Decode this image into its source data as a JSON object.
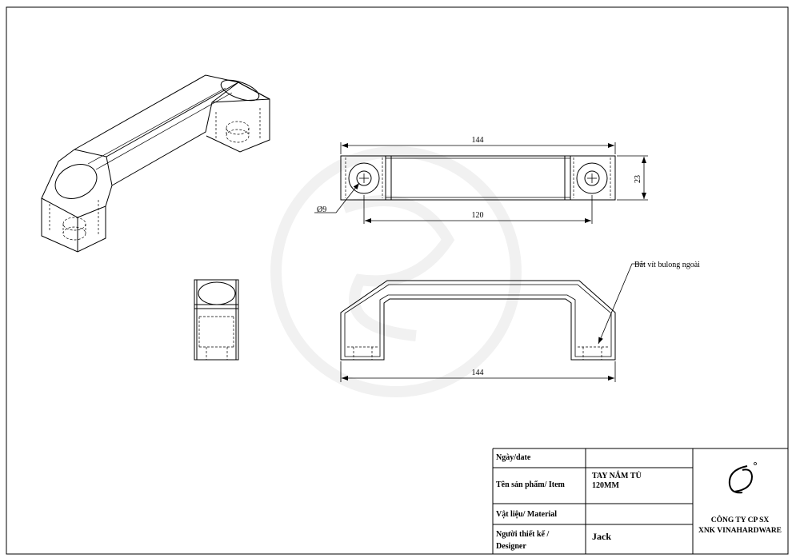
{
  "drawing": {
    "dimensions": {
      "top_length": "144",
      "hole_spacing": "120",
      "height": "23",
      "hole_diameter": "Ø9",
      "front_length": "144"
    },
    "note": "Bắt vít bulong ngoài"
  },
  "title_block": {
    "date_label": "Ngày/date",
    "date_value": "",
    "product_label": "Tên sản phẩm/ Item",
    "product_value_line1": "TAY NẮM TỦ",
    "product_value_line2": "120MM",
    "material_label": "Vật liệu/ Material",
    "material_value": "",
    "designer_label_line1": "Người thiết kế /",
    "designer_label_line2": "Designer",
    "designer_value": "Jack",
    "company_line1": "CÔNG TY CP SX",
    "company_line2": "XNK VINAHARDWARE",
    "logo": "vinahardware-logo-icon"
  }
}
